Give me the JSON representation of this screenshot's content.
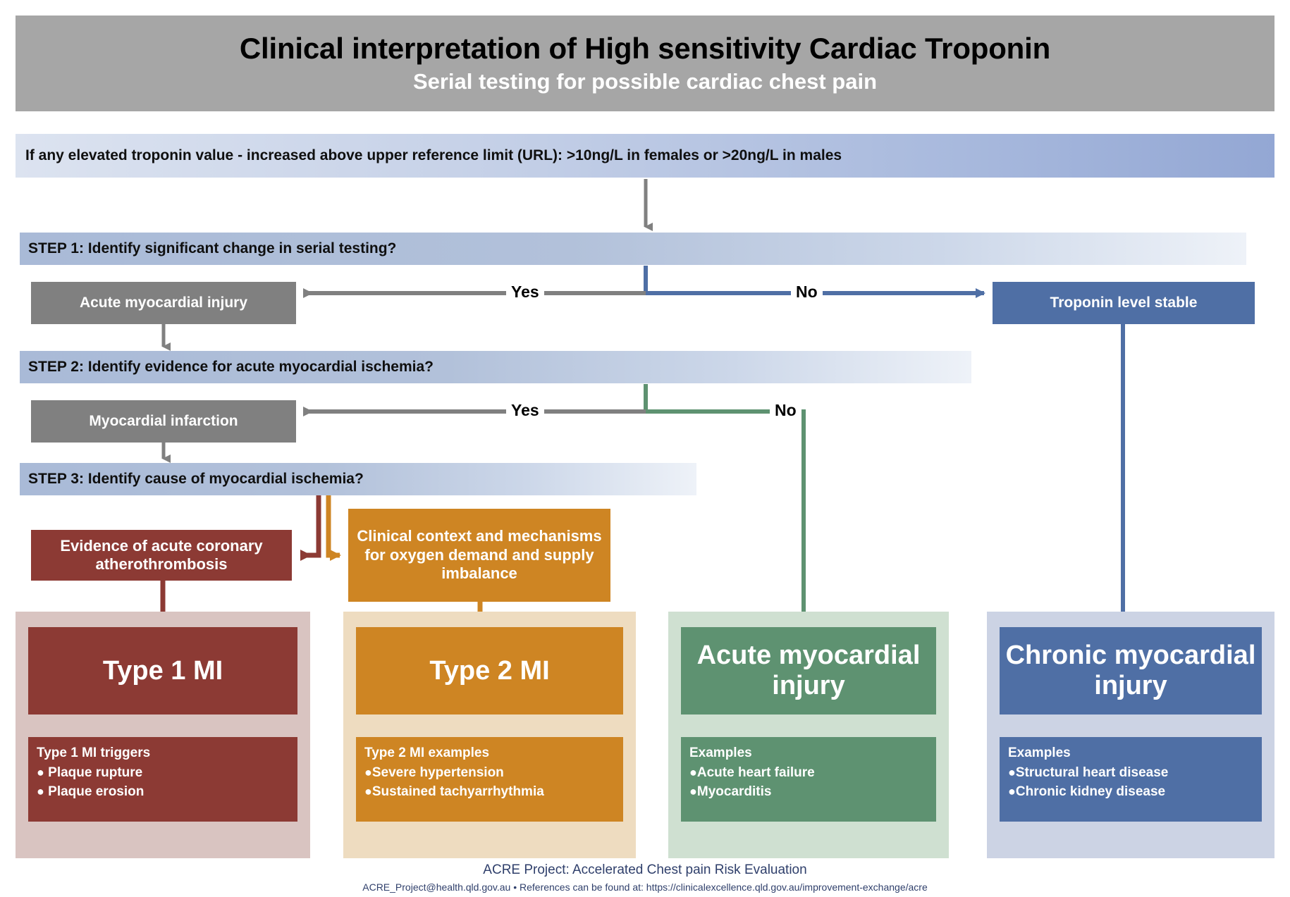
{
  "header": {
    "title": "Clinical interpretation of High sensitivity Cardiac Troponin",
    "subtitle": "Serial testing for possible cardiac chest pain"
  },
  "criteria": {
    "text": "If any elevated troponin value - increased above upper reference limit (URL):  >10ng/L in females or >20ng/L in males"
  },
  "steps": [
    {
      "label": "STEP 1: Identify significant change in serial testing?"
    },
    {
      "label": "STEP 2: Identify evidence for acute myocardial ischemia?"
    },
    {
      "label": "STEP 3: Identify cause of myocardial ischemia?"
    }
  ],
  "edges": {
    "yes1": "Yes",
    "no1": "No",
    "yes2": "Yes",
    "no2": "No"
  },
  "nodes": {
    "acute_myocardial_injury": "Acute myocardial injury",
    "troponin_level_stable": "Troponin level stable",
    "myocardial_infarction": "Myocardial infarction",
    "atherothrombosis": "Evidence of acute coronary atherothrombosis",
    "oxygen_imbalance": "Clinical context and mechanisms for oxygen demand and supply imbalance"
  },
  "outcomes": [
    {
      "id": "type1",
      "title": "Type 1 MI",
      "examples_heading": "Type 1 MI triggers",
      "examples": [
        "Plaque rupture",
        "Plaque erosion"
      ],
      "accent": "#8c3a34",
      "panel": "#d9c4c1"
    },
    {
      "id": "type2",
      "title": "Type 2 MI",
      "examples_heading": "Type 2 MI examples",
      "examples": [
        "Severe hypertension",
        "Sustained tachyarrhythmia"
      ],
      "accent": "#ce8523",
      "panel": "#eedcc0"
    },
    {
      "id": "acute",
      "title": "Acute myocardial injury",
      "examples_heading": "Examples",
      "examples": [
        "Acute heart failure",
        "Myocarditis"
      ],
      "accent": "#5e9271",
      "panel": "#cfe0d1"
    },
    {
      "id": "chronic",
      "title": "Chronic myocardial injury",
      "examples_heading": "Examples",
      "examples": [
        "Structural heart disease",
        "Chronic kidney disease"
      ],
      "accent": "#4f6fa5",
      "panel": "#ccd3e4"
    }
  ],
  "footer": {
    "line1": "ACRE Project: Accelerated Chest pain Risk Evaluation",
    "line2": "ACRE_Project@health.qld.gov.au • References can be found at: https://clinicalexcellence.qld.gov.au/improvement-exchange/acre"
  },
  "colors": {
    "header_band": "#a6a6a6",
    "gray_node": "#808080",
    "blue": "#4f6fa5",
    "green": "#5e9271",
    "orange": "#ce8523",
    "dark_red": "#8c3a34",
    "footer_text": "#2f3f6b"
  }
}
